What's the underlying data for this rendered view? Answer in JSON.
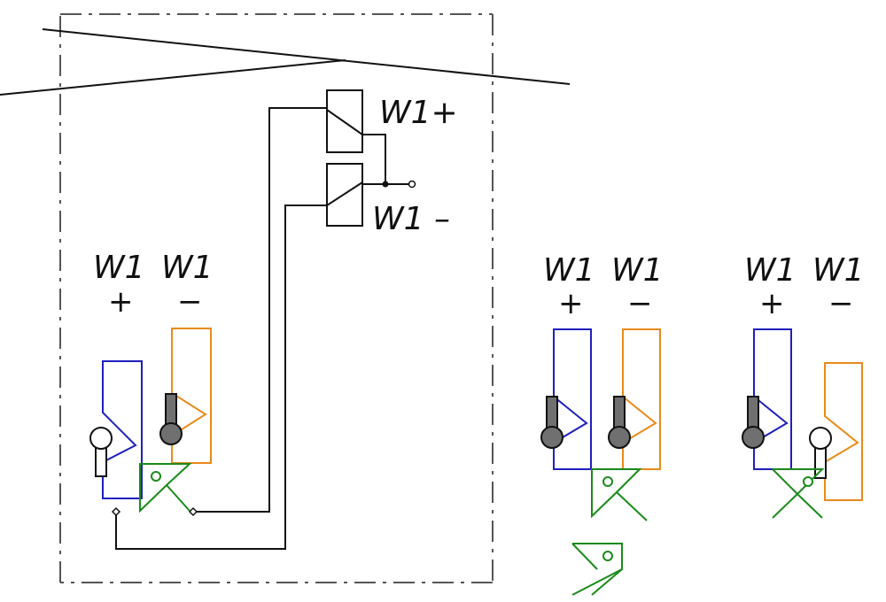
{
  "relay": {
    "top_label": "W1+",
    "bottom_label": "W1 –"
  },
  "groups": [
    {
      "left_label": "W1",
      "right_label": "W1",
      "plus_sign": "+",
      "minus_sign": "−"
    },
    {
      "left_label": "W1",
      "right_label": "W1",
      "plus_sign": "+",
      "minus_sign": "−"
    },
    {
      "left_label": "W1",
      "right_label": "W1",
      "plus_sign": "+",
      "minus_sign": "−"
    }
  ],
  "colors": {
    "plus_leg": "#1f1fbf",
    "minus_leg": "#e88a1a",
    "junction": "#1a8a1a",
    "wire": "#111111",
    "frame": "#555555",
    "filled_contact": "#707070"
  }
}
